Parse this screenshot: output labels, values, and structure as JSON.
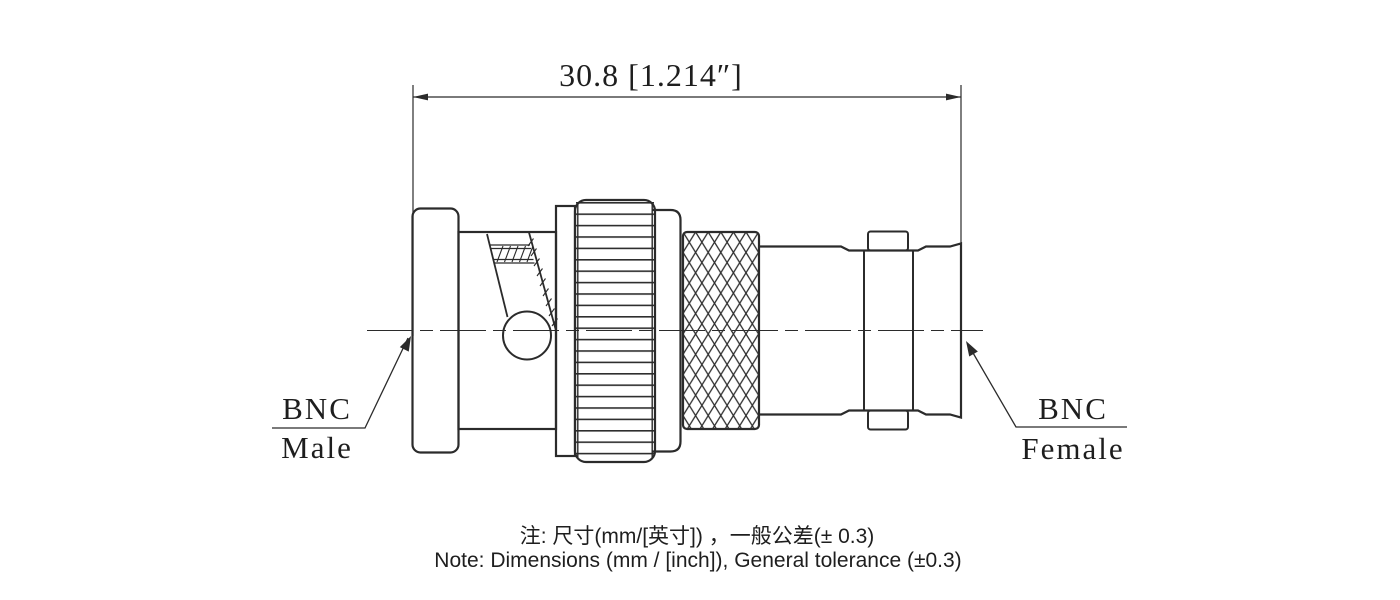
{
  "dimension": {
    "value_label": "30.8 [1.214″]"
  },
  "connector": {
    "male_label": {
      "line1": "BNC",
      "line2": "Male"
    },
    "female_label": {
      "line1": "BNC",
      "line2": "Female"
    }
  },
  "notes": {
    "line1": "注: 尺寸(mm/[英寸]) ，一般公差(± 0.3)",
    "line2": "Note: Dimensions (mm / [inch]), General tolerance (±0.3)"
  },
  "colors": {
    "line": "#2b2b2b",
    "text": "#1e1e1e",
    "background": "#ffffff"
  }
}
